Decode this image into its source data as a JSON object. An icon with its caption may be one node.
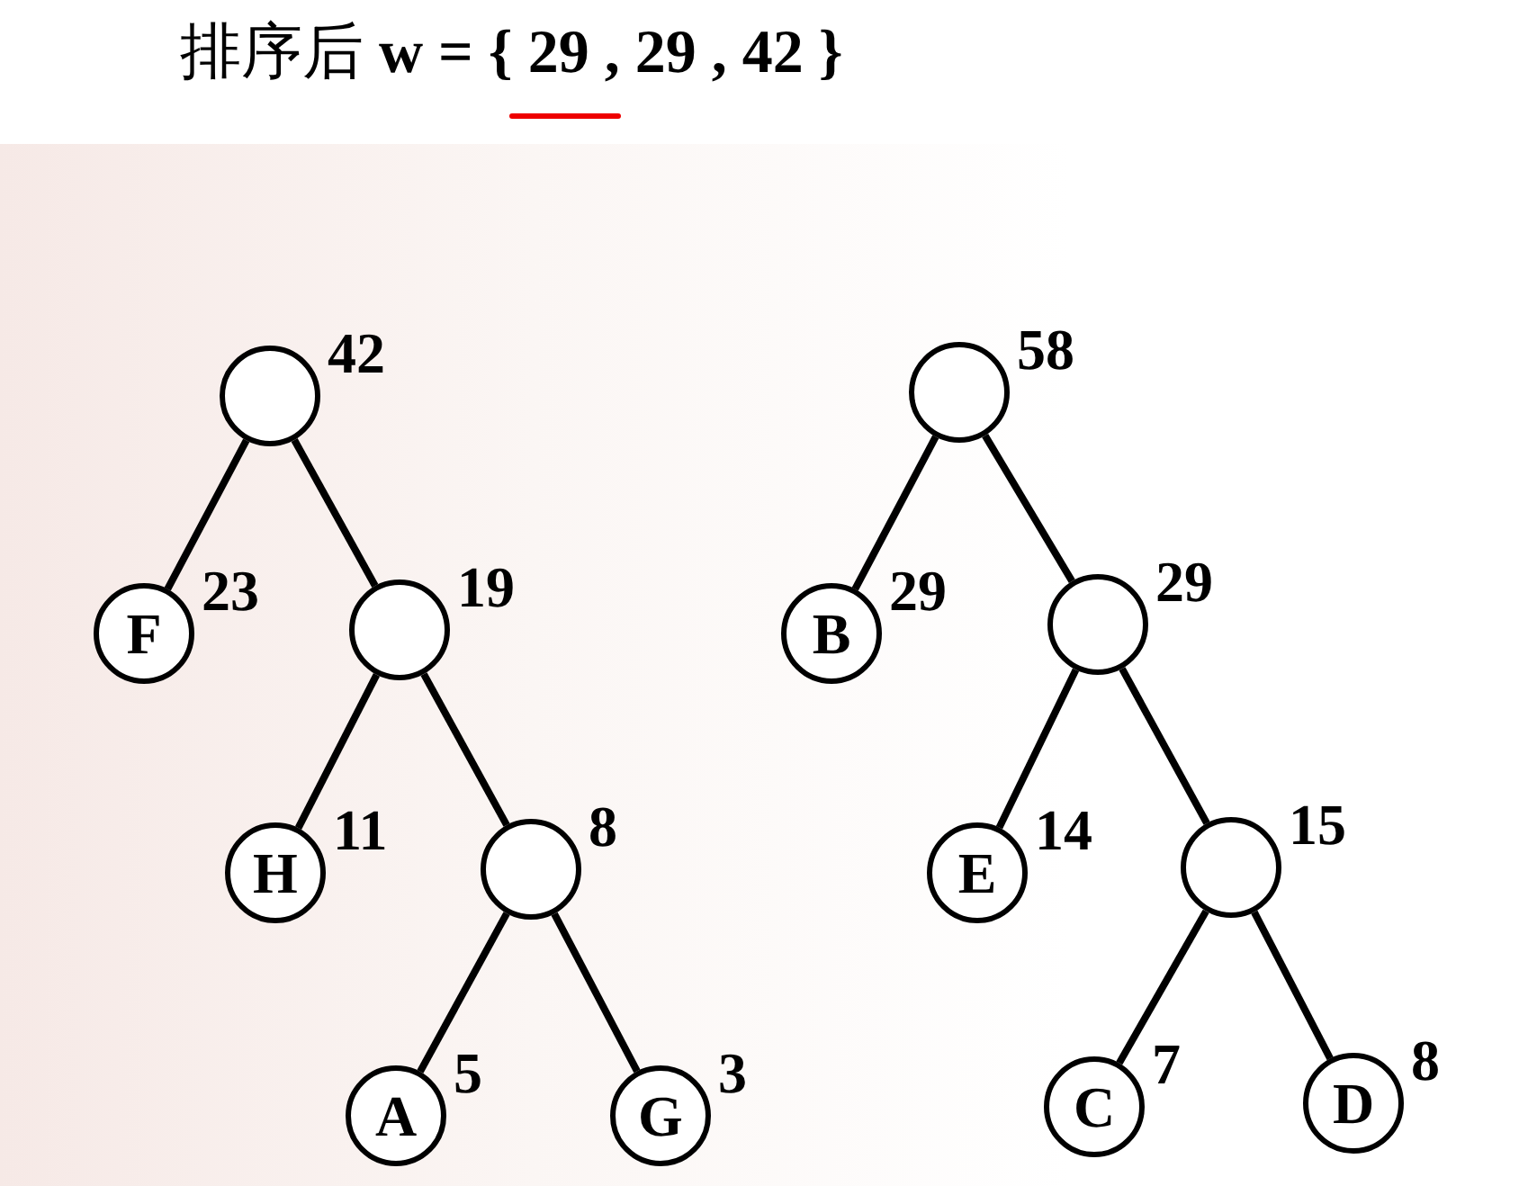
{
  "diagram": {
    "title": "排序后 **w = { 29 , 29 , 42 }**",
    "nodes": [
      {
        "text": [],
        "shape": "circle",
        "beside": [
          "42"
        ]
      },
      {
        "text": [
          "F"
        ],
        "beside": [
          "23"
        ]
      },
      {
        "text": [],
        "shape": "circle",
        "beside": [
          "19"
        ]
      },
      {
        "text": [
          "H"
        ],
        "beside": [
          "11"
        ]
      },
      {
        "text": [],
        "shape": "circle",
        "beside": [
          "8"
        ]
      },
      {
        "text": [
          "A"
        ],
        "beside": [
          "5"
        ]
      },
      {
        "text": [
          "G"
        ],
        "beside": [
          "3"
        ]
      },
      {
        "text": [],
        "shape": "circle",
        "beside": [
          "58"
        ]
      },
      {
        "text": [
          "B"
        ],
        "beside": [
          "29"
        ]
      },
      {
        "text": [],
        "shape": "circle",
        "beside": [
          "29"
        ]
      },
      {
        "text": [
          "E"
        ],
        "beside": [
          "14"
        ]
      },
      {
        "text": [],
        "shape": "circle",
        "beside": [
          "15"
        ]
      },
      {
        "text": [
          "C"
        ],
        "beside": [
          "7"
        ]
      },
      {
        "text": [
          "D"
        ],
        "beside": [
          "8"
        ]
      }
    ],
    "edges": [
      {
        "from": 0,
        "to": 1,
        "arrow": "none"
      },
      {
        "from": 0,
        "to": 2,
        "arrow": "none"
      },
      {
        "from": 2,
        "to": 3,
        "arrow": "none"
      },
      {
        "from": 2,
        "to": 4,
        "arrow": "none"
      },
      {
        "from": 4,
        "to": 5,
        "arrow": "none"
      },
      {
        "from": 4,
        "to": 6,
        "arrow": "none"
      },
      {
        "from": 7,
        "to": 8,
        "arrow": "none"
      },
      {
        "from": 7,
        "to": 9,
        "arrow": "none"
      },
      {
        "from": 9,
        "to": 10,
        "arrow": "none"
      },
      {
        "from": 9,
        "to": 11,
        "arrow": "none"
      },
      {
        "from": 11,
        "to": 12,
        "arrow": "none"
      },
      {
        "from": 11,
        "to": 13,
        "arrow": "none"
      }
    ]
  }
}
